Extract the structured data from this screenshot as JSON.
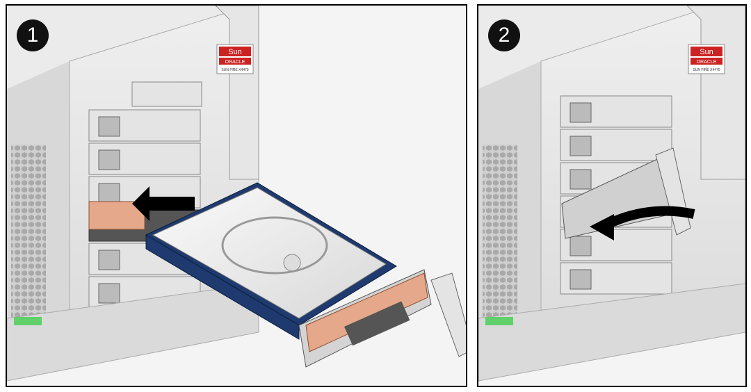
{
  "steps": [
    {
      "number": "1"
    },
    {
      "number": "2"
    }
  ],
  "logo": {
    "brand": "Sun",
    "company": "ORACLE",
    "model": "SUN FIRE X4470"
  }
}
